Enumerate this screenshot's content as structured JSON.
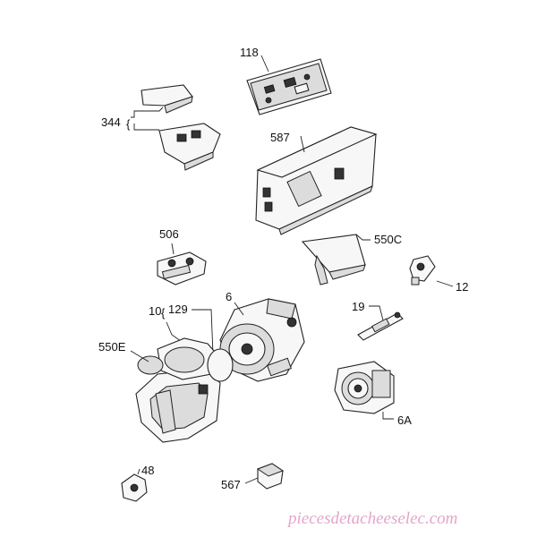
{
  "callouts": {
    "c118": "118",
    "c344": "344",
    "c587": "587",
    "c506": "506",
    "c550c": "550C",
    "c12": "12",
    "c6": "6",
    "c10": "10",
    "c129": "129",
    "c19": "19",
    "c550e": "550E",
    "c6a": "6A",
    "c48": "48",
    "c567": "567"
  },
  "watermark": "piecesdetacheeselec.com",
  "colors": {
    "line": "#222222",
    "watermark": "#e3a6c8",
    "background": "#ffffff"
  }
}
